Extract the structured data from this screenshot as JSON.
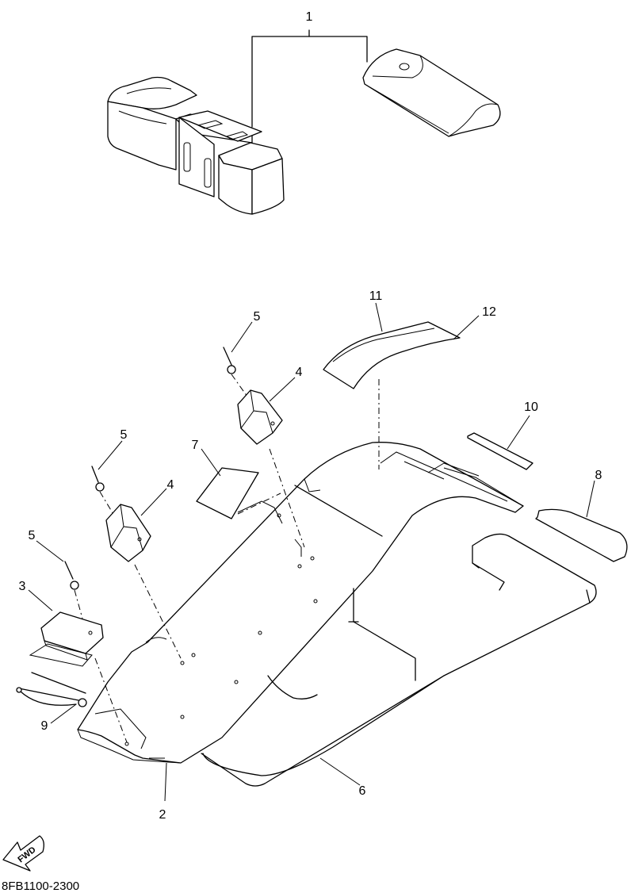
{
  "diagram": {
    "callouts": [
      {
        "id": "p1",
        "label": "1"
      },
      {
        "id": "p2",
        "label": "2"
      },
      {
        "id": "p3",
        "label": "3"
      },
      {
        "id": "p4a",
        "label": "4"
      },
      {
        "id": "p4b",
        "label": "4"
      },
      {
        "id": "p5a",
        "label": "5"
      },
      {
        "id": "p5b",
        "label": "5"
      },
      {
        "id": "p5c",
        "label": "5"
      },
      {
        "id": "p6",
        "label": "6"
      },
      {
        "id": "p7",
        "label": "7"
      },
      {
        "id": "p8",
        "label": "8"
      },
      {
        "id": "p9",
        "label": "9"
      },
      {
        "id": "p10",
        "label": "10"
      },
      {
        "id": "p11",
        "label": "11"
      },
      {
        "id": "p12",
        "label": "12"
      }
    ],
    "fwd_label": "FWD",
    "drawing_code": "8FB1100-2300"
  }
}
